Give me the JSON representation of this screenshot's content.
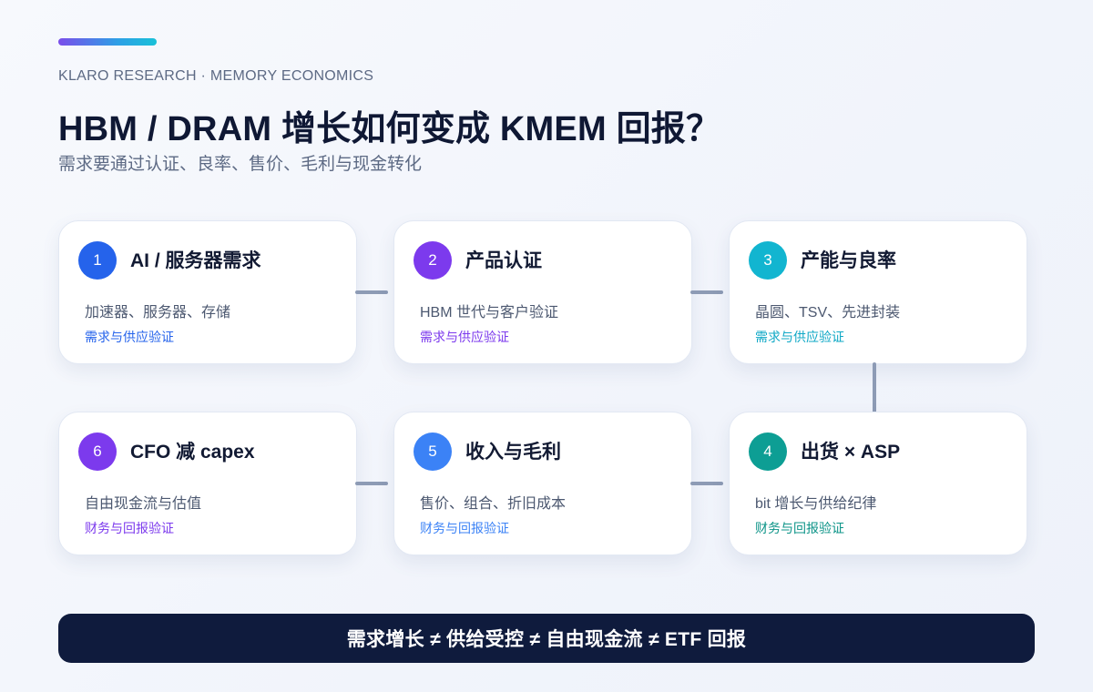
{
  "header": {
    "eyebrow": "KLARO RESEARCH · MEMORY ECONOMICS",
    "title": "HBM / DRAM 增长如何变成 KMEM 回报？",
    "subtitle": "需求要通过认证、良率、售价、毛利与现金转化"
  },
  "steps": [
    {
      "number": "1",
      "title": "AI / 服务器需求",
      "desc": "加速器、服务器、存储",
      "tag": "需求与供应验证",
      "badge_color": "#2563eb",
      "tag_color": "#2563eb"
    },
    {
      "number": "2",
      "title": "产品认证",
      "desc": "HBM 世代与客户验证",
      "tag": "需求与供应验证",
      "badge_color": "#7c3aed",
      "tag_color": "#7c3aed"
    },
    {
      "number": "3",
      "title": "产能与良率",
      "desc": "晶圆、TSV、先进封装",
      "tag": "需求与供应验证",
      "badge_color": "#12b5d0",
      "tag_color": "#0fa8c6"
    },
    {
      "number": "4",
      "title": "出货 × ASP",
      "desc": "bit 增长与供给纪律",
      "tag": "财务与回报验证",
      "badge_color": "#0d9e94",
      "tag_color": "#0d9488"
    },
    {
      "number": "5",
      "title": "收入与毛利",
      "desc": "售价、组合、折旧成本",
      "tag": "财务与回报验证",
      "badge_color": "#3b82f6",
      "tag_color": "#3b82f6"
    },
    {
      "number": "6",
      "title": "CFO 减 capex",
      "desc": "自由现金流与估值",
      "tag": "财务与回报验证",
      "badge_color": "#7c3aed",
      "tag_color": "#7c3aed"
    }
  ],
  "footer": {
    "text": "需求增长 ≠ 供给受控 ≠ 自由现金流 ≠ ETF 回报"
  }
}
